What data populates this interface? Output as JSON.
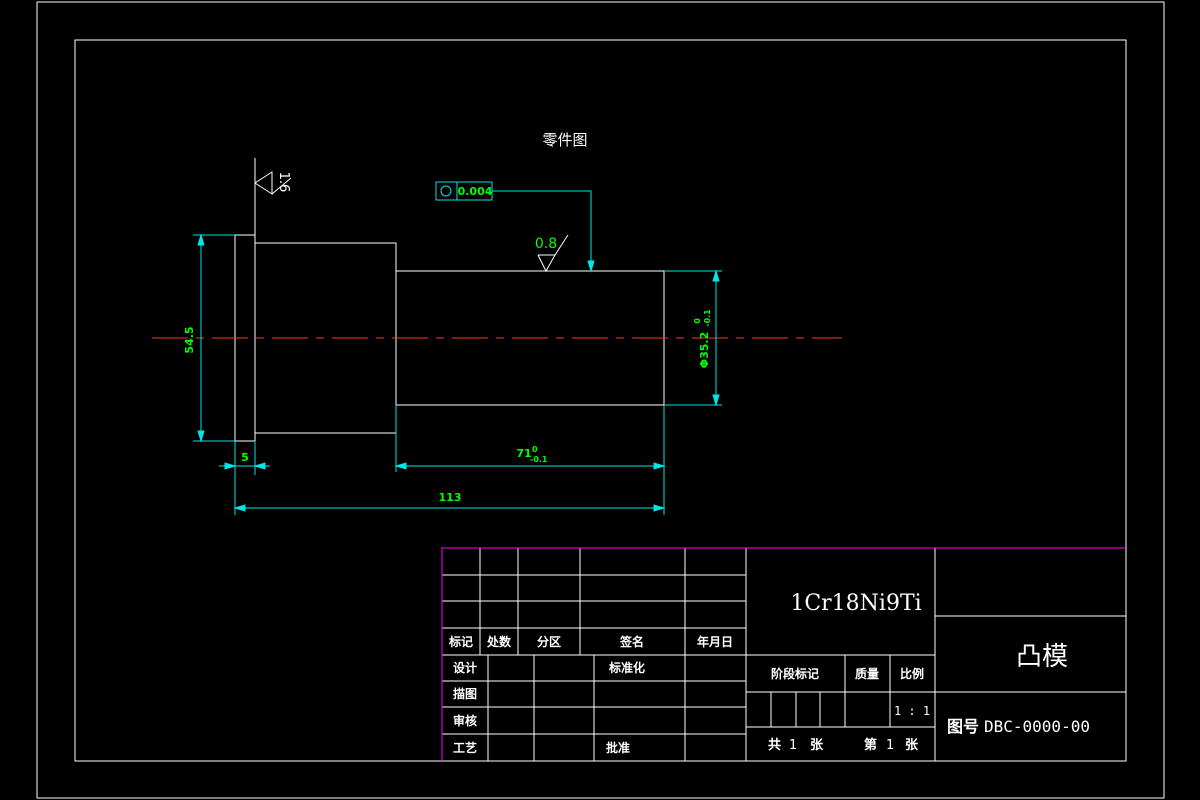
{
  "drawing": {
    "title": "零件图",
    "colors": {
      "outline": "#ffffff",
      "dimension": "#00e5e5",
      "dimension_text": "#00ff00",
      "centerline": "#ff3030",
      "title_block_accent": "#ff00ff",
      "background": "#000000"
    },
    "surface_finish_left": "1.6",
    "surface_finish_top": "0.8",
    "tolerance_frame": {
      "symbol": "circularity-icon",
      "value": "0.004"
    },
    "dimensions": {
      "flange_diameter": "54.5",
      "shaft_diameter": "Φ35.2",
      "shaft_diameter_tol_upper": "0",
      "shaft_diameter_tol_lower": "-0.1",
      "flange_width": "5",
      "shaft_length": "71",
      "shaft_length_tol_upper": "0",
      "shaft_length_tol_lower": "-0.1",
      "overall_length": "113"
    }
  },
  "title_block": {
    "material": "1Cr18Ni9Ti",
    "part_name": "凸模",
    "drawing_number_label": "图号",
    "drawing_number": "DBC-0000-00",
    "revision_headers": {
      "mark": "标记",
      "count": "处数",
      "zone": "分区",
      "signature": "签名",
      "date": "年月日"
    },
    "roles": {
      "design": "设计",
      "standardization": "标准化",
      "drafting": "描图",
      "review": "审核",
      "process": "工艺",
      "approval": "批准"
    },
    "stage_mark": "阶段标记",
    "mass": "质量",
    "scale_label": "比例",
    "scale_value": "1 : 1",
    "sheets_total_prefix": "共",
    "sheets_total": "1",
    "sheets_unit": "张",
    "sheet_no_prefix": "第",
    "sheet_no": "1",
    "sheet_no_unit": "张"
  }
}
